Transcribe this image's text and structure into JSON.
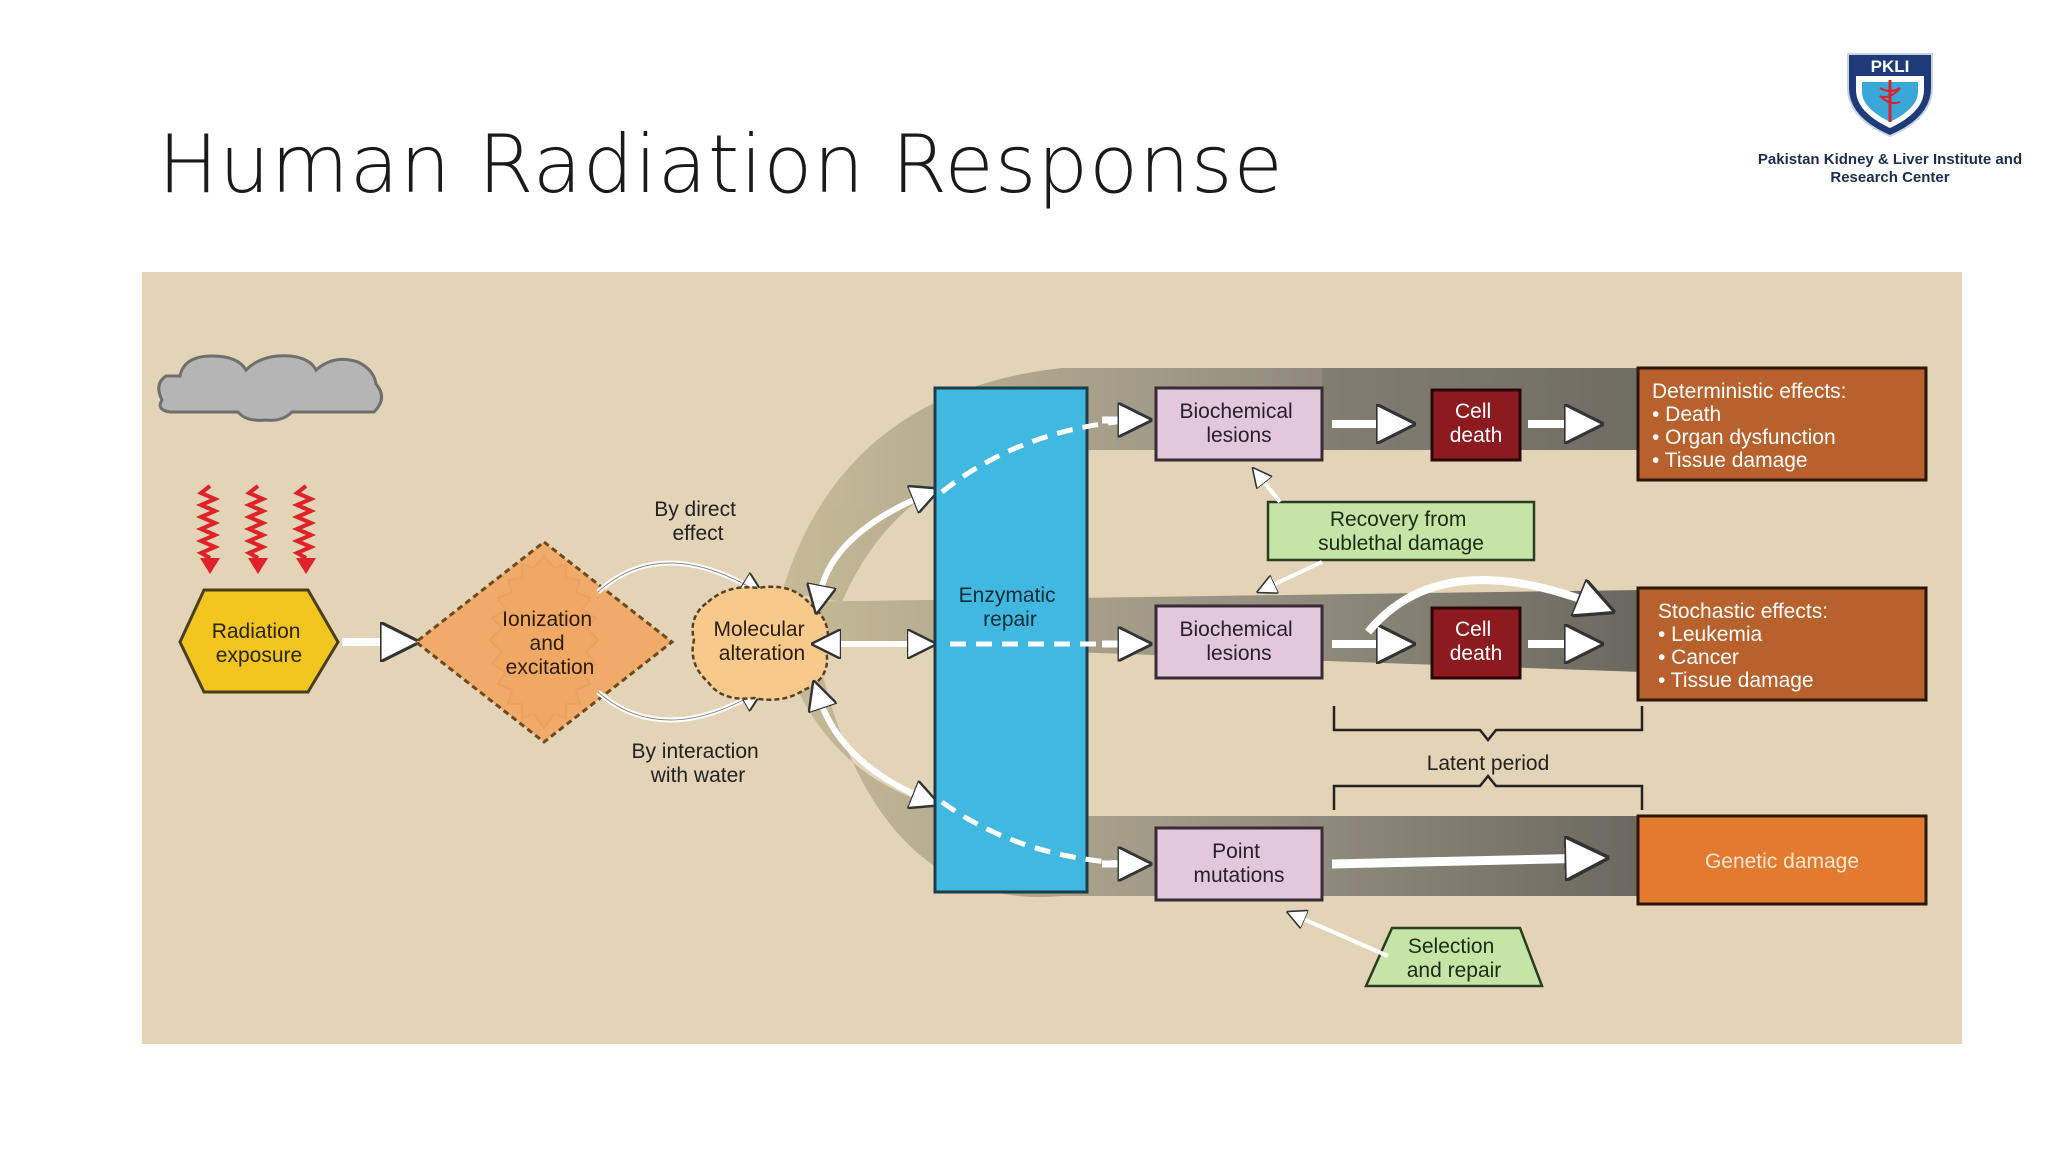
{
  "slide": {
    "title": "Human Radiation Response"
  },
  "logo": {
    "badge_text": "PKLI",
    "caption_line1": "Pakistan Kidney & Liver Institute and",
    "caption_line2": "Research Center"
  },
  "diagram": {
    "radiation_exposure": [
      "Radiation",
      "exposure"
    ],
    "ionization": [
      "Ionization",
      "and",
      "excitation"
    ],
    "direct_effect": [
      "By direct",
      "effect"
    ],
    "water_interaction": [
      "By interaction",
      "with water"
    ],
    "molecular_alteration": [
      "Molecular",
      "alteration"
    ],
    "enzymatic_repair": [
      "Enzymatic",
      "repair"
    ],
    "biochemical_lesions_top": [
      "Biochemical",
      "lesions"
    ],
    "cell_death_top": [
      "Cell",
      "death"
    ],
    "deterministic": [
      "Deterministic effects:",
      "• Death",
      "• Organ dysfunction",
      "• Tissue damage"
    ],
    "recovery": [
      "Recovery from",
      "sublethal damage"
    ],
    "biochemical_lesions_mid": [
      "Biochemical",
      "lesions"
    ],
    "cell_death_mid": [
      "Cell",
      "death"
    ],
    "stochastic": [
      "Stochastic effects:",
      "• Leukemia",
      "• Cancer",
      "• Tissue damage"
    ],
    "latent_period": "Latent period",
    "point_mutations": [
      "Point",
      "mutations"
    ],
    "genetic_damage": "Genetic damage",
    "selection_repair": [
      "Selection",
      "and repair"
    ]
  },
  "colors": {
    "background": "#e3d4b8",
    "band": "#c9bd96",
    "enzymatic": "#40b8e0",
    "lesion": "#e2c8dc",
    "cell_death": "#8c1a1e",
    "effects_brown": "#b8612c",
    "genetic_orange": "#e27a30",
    "recovery_green": "#c5e5a6",
    "radiation_yellow": "#f2c61e",
    "ionization_orange": "#f1a865",
    "molecular_peach": "#f7c98a",
    "cloud_gray": "#b5b5b5",
    "wave_red": "#e02128"
  }
}
